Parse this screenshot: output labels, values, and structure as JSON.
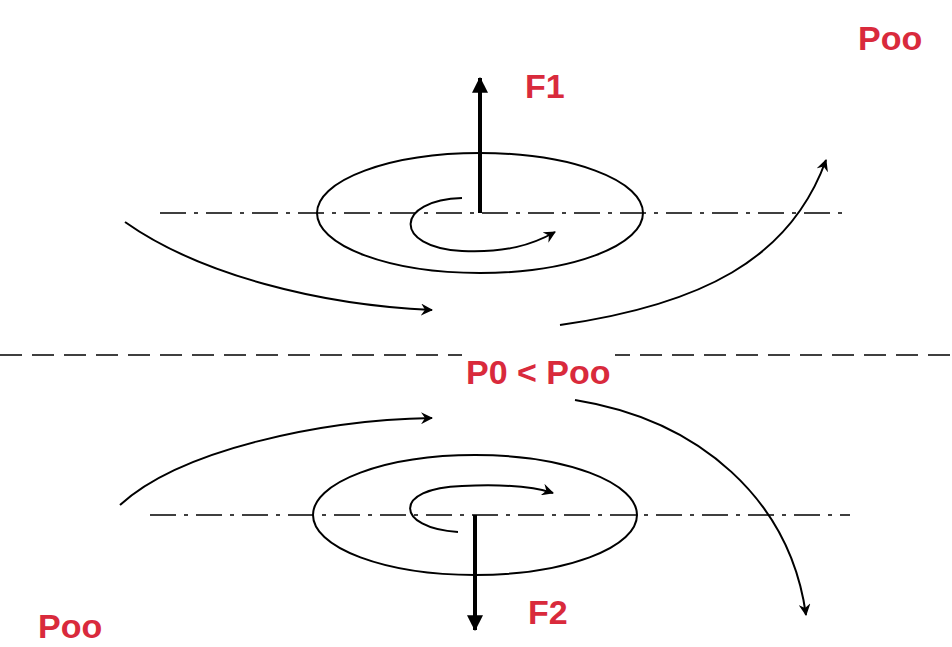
{
  "diagram": {
    "labels": [
      "Poo",
      "F1",
      "P0 < Poo",
      "F2",
      "Poo"
    ]
  }
}
